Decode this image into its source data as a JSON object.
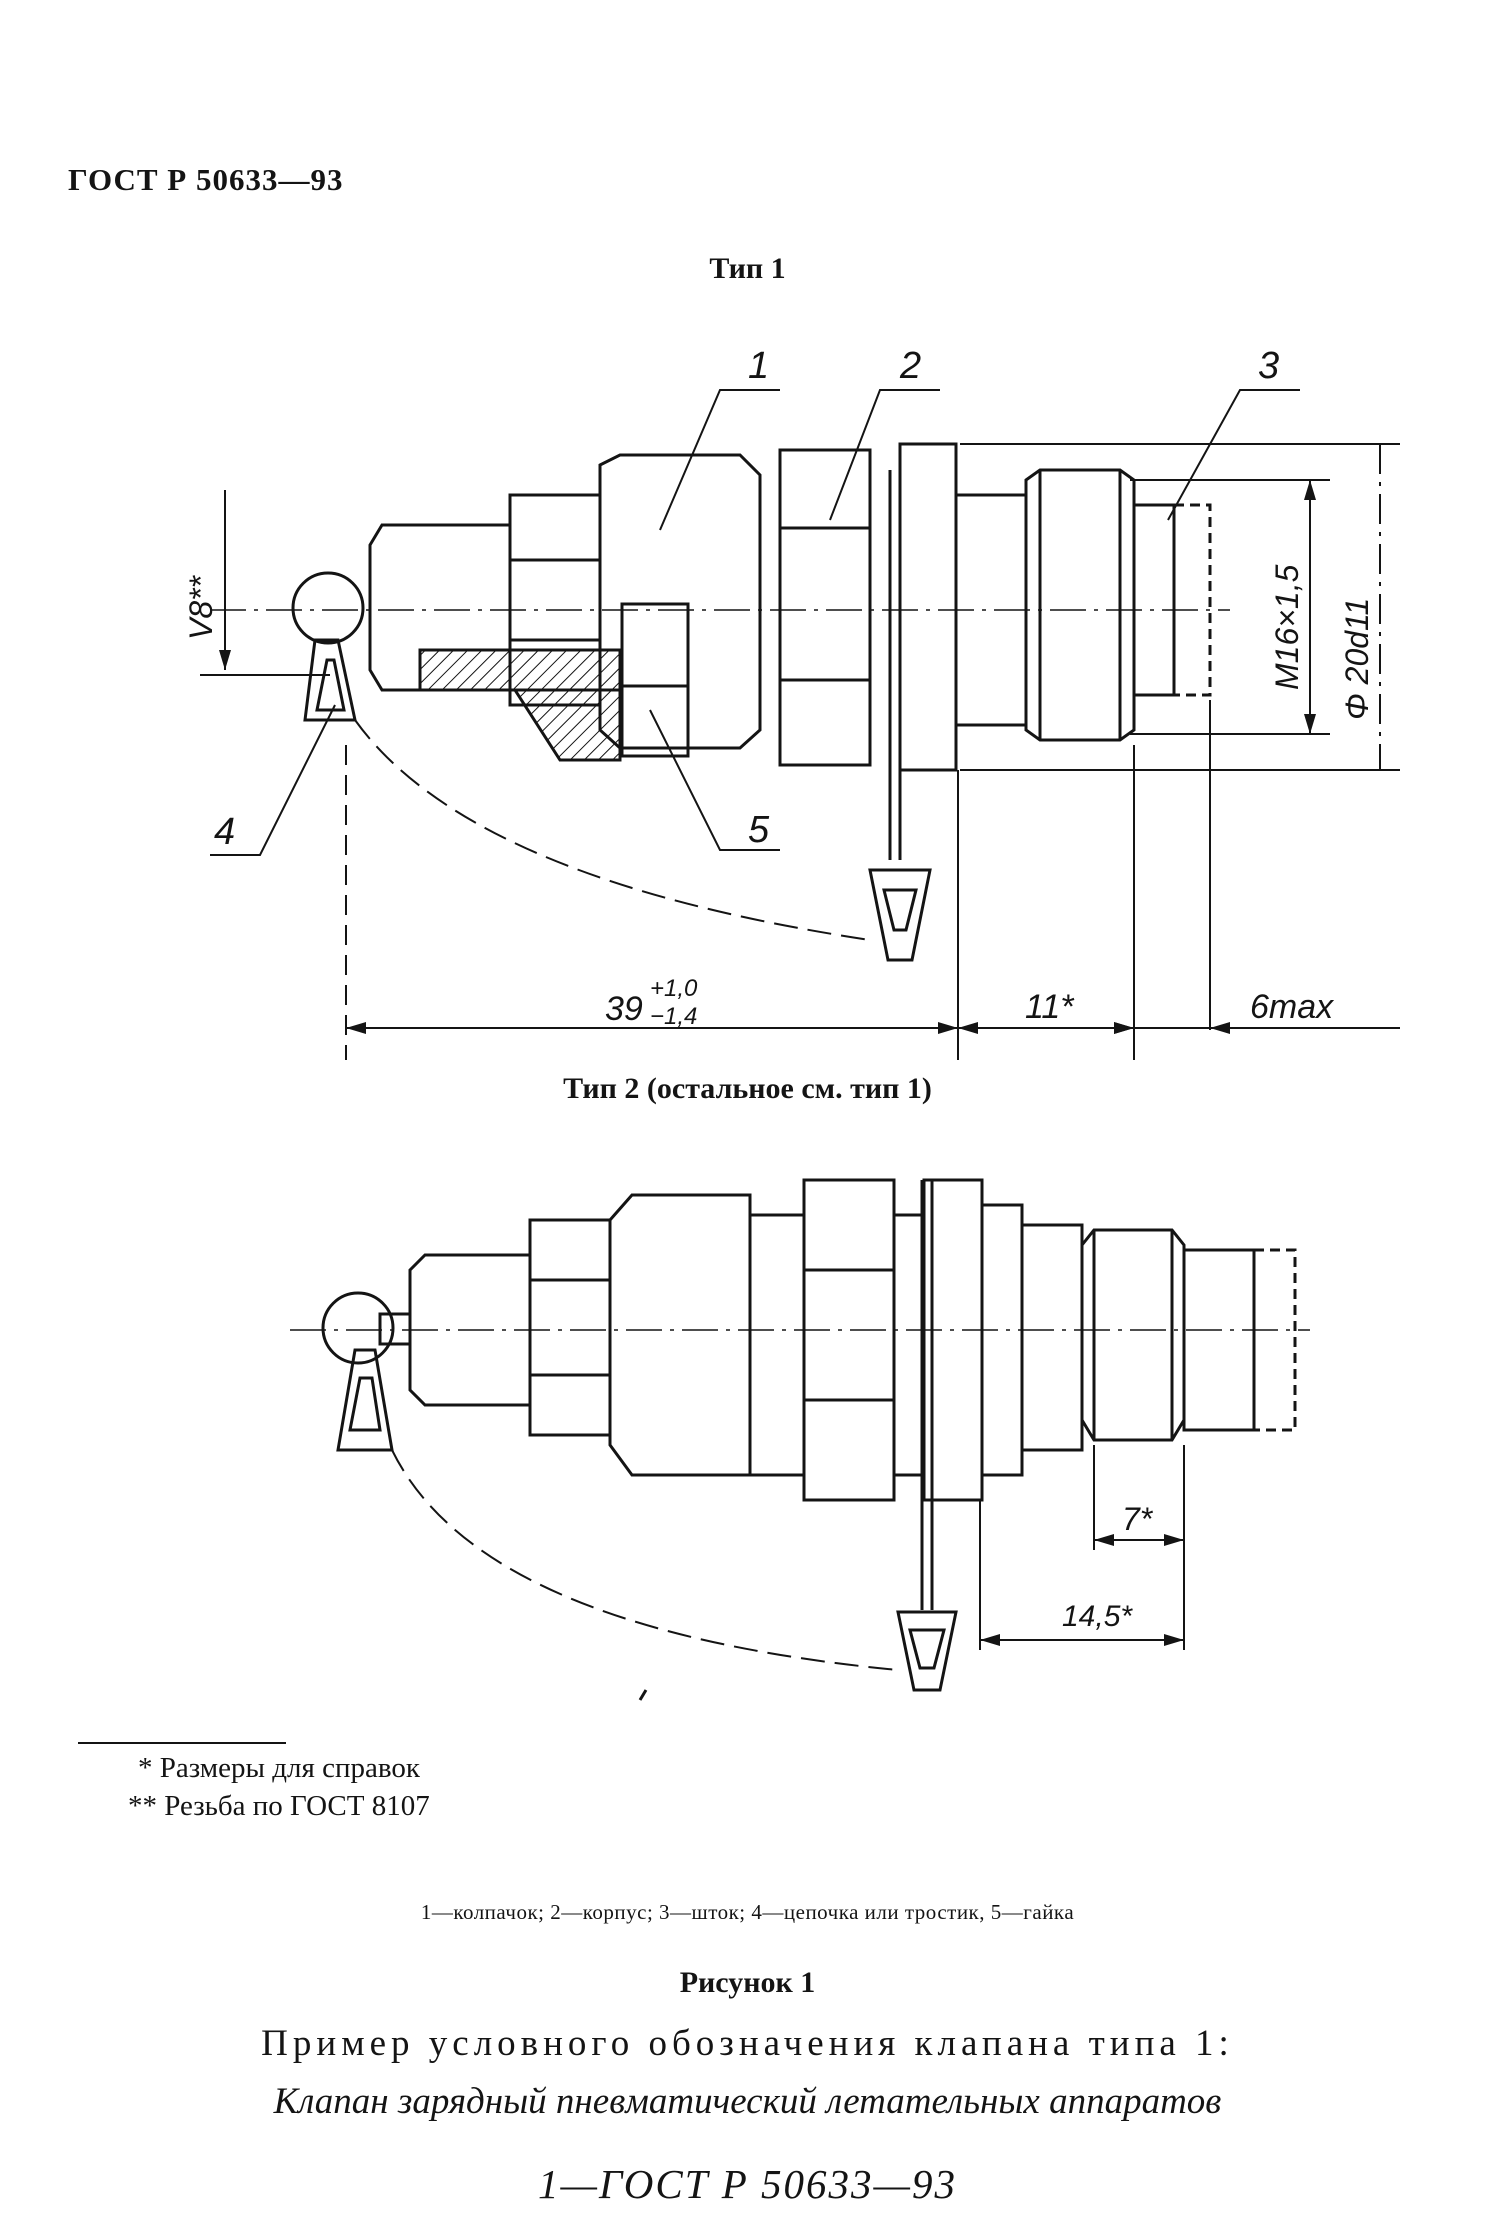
{
  "page": {
    "header": "ГОСТ Р 50633—93"
  },
  "type1": {
    "title": "Тип 1",
    "callouts": [
      "1",
      "2",
      "3",
      "4",
      "5"
    ],
    "dimensions": {
      "height_vertical": "V8**",
      "thread": "M16×1,5",
      "diameter": "Φ 20d11",
      "length_main": "39",
      "length_main_upper_tol": "+1,0",
      "length_main_lower_tol": "−1,4",
      "length_11": "11*",
      "length_6max": "6max"
    }
  },
  "type2": {
    "title": "Тип 2 (остальное см. тип 1)",
    "dimensions": {
      "length_7": "7*",
      "length_14_5": "14,5*"
    }
  },
  "footnotes": {
    "ref": "* Размеры для справок",
    "thread": "** Резьба по ГОСТ 8107"
  },
  "legend": "1—колпачок; 2—корпус; 3—шток; 4—цепочка или тростик, 5—гайка",
  "figure_caption": "Рисунок 1",
  "example": {
    "intro": "Пример условного обозначения клапана типа 1:",
    "name": "Клапан зарядный пневматический летательных аппаратов",
    "code": "1—ГОСТ Р 50633—93"
  }
}
